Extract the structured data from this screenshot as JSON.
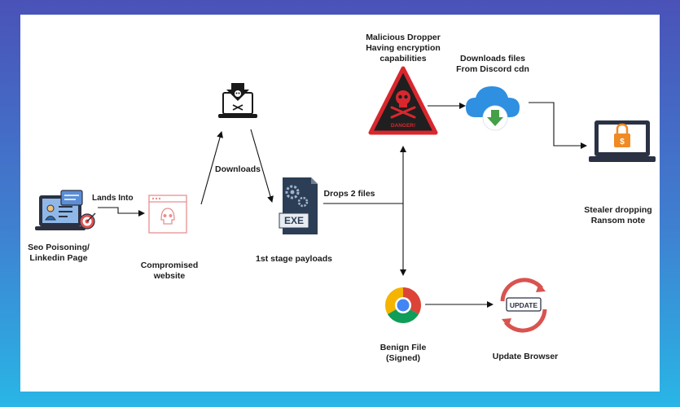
{
  "nodes": {
    "seo": {
      "line1": "Seo Poisoning/",
      "line2": "Linkedin Page"
    },
    "website": {
      "line1": "Compromised",
      "line2": "website"
    },
    "payload": {
      "label": "1st stage payloads",
      "exe_text": "EXE"
    },
    "dropper": {
      "line1": "Malicious Dropper",
      "line2": "Having encryption",
      "line3": "capabilities",
      "sign_text": "DANGER!"
    },
    "cdn": {
      "line1": "Downloads files",
      "line2": "From Discord cdn"
    },
    "stealer": {
      "line1": "Stealer dropping",
      "line2": "Ransom note",
      "lock_symbol": "$"
    },
    "benign": {
      "line1": "Benign File",
      "line2": "(Signed)"
    },
    "update": {
      "label": "Update Browser",
      "badge_text": "UPDATE"
    }
  },
  "edges": {
    "lands_into": "Lands Into",
    "downloads": "Downloads",
    "drops": "Drops 2 files"
  },
  "colors": {
    "frame_top": "#4a52b8",
    "frame_bottom": "#29b6e6",
    "danger_red": "#d9272e",
    "cloud_blue": "#2f8fe0",
    "download_green": "#43a047",
    "lock_orange": "#f08a24",
    "update_red": "#d9534f",
    "chrome_red": "#db4437",
    "chrome_yellow": "#f4b400",
    "chrome_green": "#0f9d58",
    "chrome_blue": "#4285f4"
  },
  "icons": [
    "linkedin-profile-icon",
    "skull-webpage-icon",
    "laptop-skull-download-icon",
    "exe-gear-icon",
    "danger-sign-icon",
    "cloud-download-icon",
    "laptop-lock-icon",
    "chrome-icon",
    "update-browser-icon"
  ]
}
